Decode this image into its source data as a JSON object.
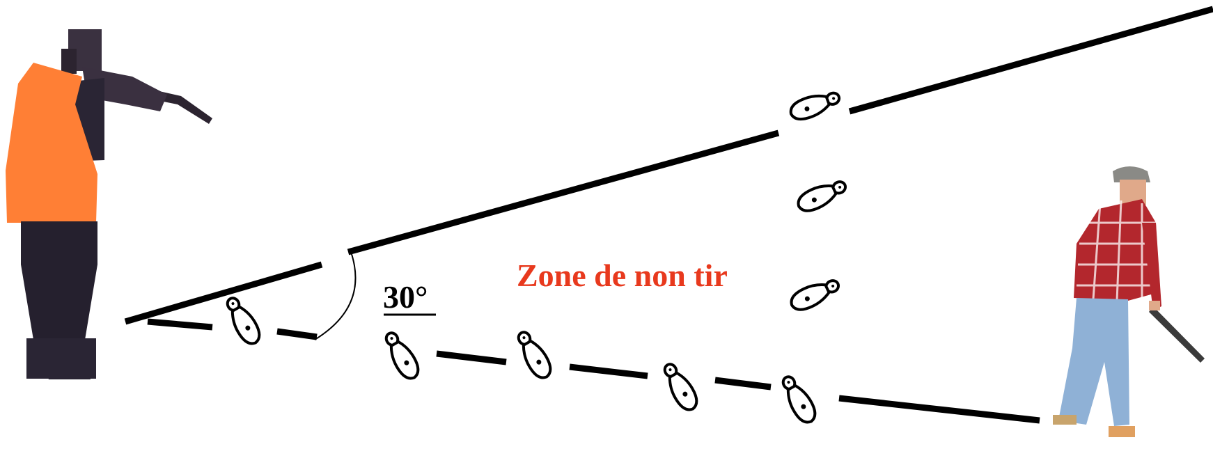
{
  "diagram": {
    "angle_label": "30°",
    "zone_label": "Zone de non tir",
    "colors": {
      "zone_label": "#e8391d",
      "lines": "#000000",
      "hunter_vest": "#ff7f35",
      "hunter_dark": "#25202e",
      "walker_shirt": "#b3272d",
      "walker_jeans": "#8fb1d6",
      "walker_skin": "#e0a98a"
    },
    "icons": {
      "shooter": "hunter-aiming-rifle",
      "walker": "hunter-walking-with-gun",
      "footprints": "footprint-icon"
    }
  }
}
